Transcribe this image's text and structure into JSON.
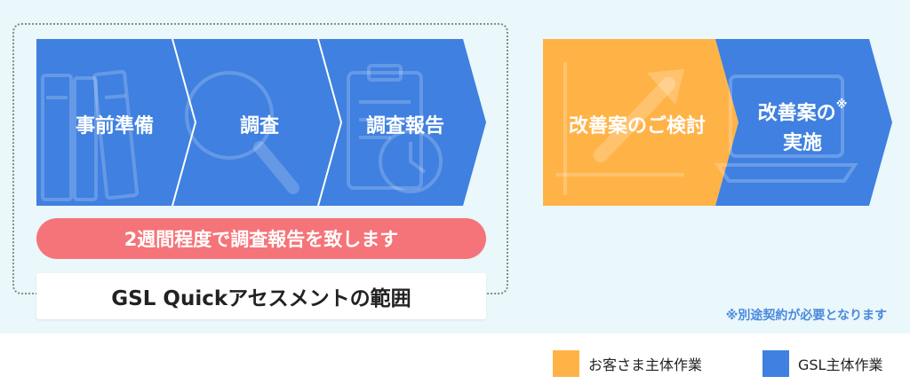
{
  "colors": {
    "client_work": "#ffb347",
    "gsl_work": "#3f80e0",
    "pill": "#f57479",
    "note": "#4a89dd"
  },
  "steps": [
    {
      "label": "事前準備",
      "icon": "binders-icon"
    },
    {
      "label": "調査",
      "icon": "magnifier-icon"
    },
    {
      "label": "調査報告",
      "icon": "clipboard-clock-icon"
    },
    {
      "label": "改善案のご検討",
      "icon": "growth-arrow-icon"
    },
    {
      "label_line1": "改善案の",
      "label_line2": "実施",
      "mark": "※",
      "icon": "laptop-icon"
    }
  ],
  "pill_text": "2週間程度で調査報告を致します",
  "scope_text": "GSL Quickアセスメントの範囲",
  "note": "※別途契約が必要となります",
  "legend": [
    {
      "label": "お客さま主体作業",
      "color": "#ffb347"
    },
    {
      "label": "GSL主体作業",
      "color": "#3f80e0"
    }
  ]
}
